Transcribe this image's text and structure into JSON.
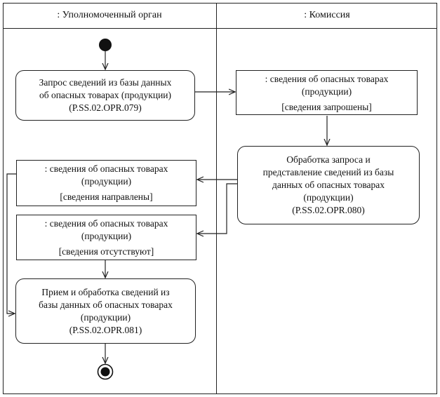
{
  "lanes": {
    "left": ": Уполномоченный орган",
    "right": ": Комиссия"
  },
  "nodes": {
    "request": {
      "line1": "Запрос сведений из базы данных",
      "line2": "об опасных товарах (продукции)",
      "line3": "(P.SS.02.OPR.079)"
    },
    "obj_requested": {
      "line1": ": сведения об опасных товарах",
      "line2": "(продукции)",
      "state": "[сведения запрошены]"
    },
    "process": {
      "line1": "Обработка запроса и",
      "line2": "представление сведений из базы",
      "line3": "данных об опасных товарах",
      "line4": "(продукции)",
      "line5": "(P.SS.02.OPR.080)"
    },
    "obj_sent": {
      "line1": ": сведения об опасных товарах",
      "line2": "(продукции)",
      "state": "[сведения направлены]"
    },
    "obj_absent": {
      "line1": ": сведения об опасных товарах",
      "line2": "(продукции)",
      "state": "[сведения отсутствуют]"
    },
    "receive": {
      "line1": "Прием и обработка сведений из",
      "line2": "базы данных об опасных товарах",
      "line3": "(продукции)",
      "line4": "(P.SS.02.OPR.081)"
    }
  }
}
